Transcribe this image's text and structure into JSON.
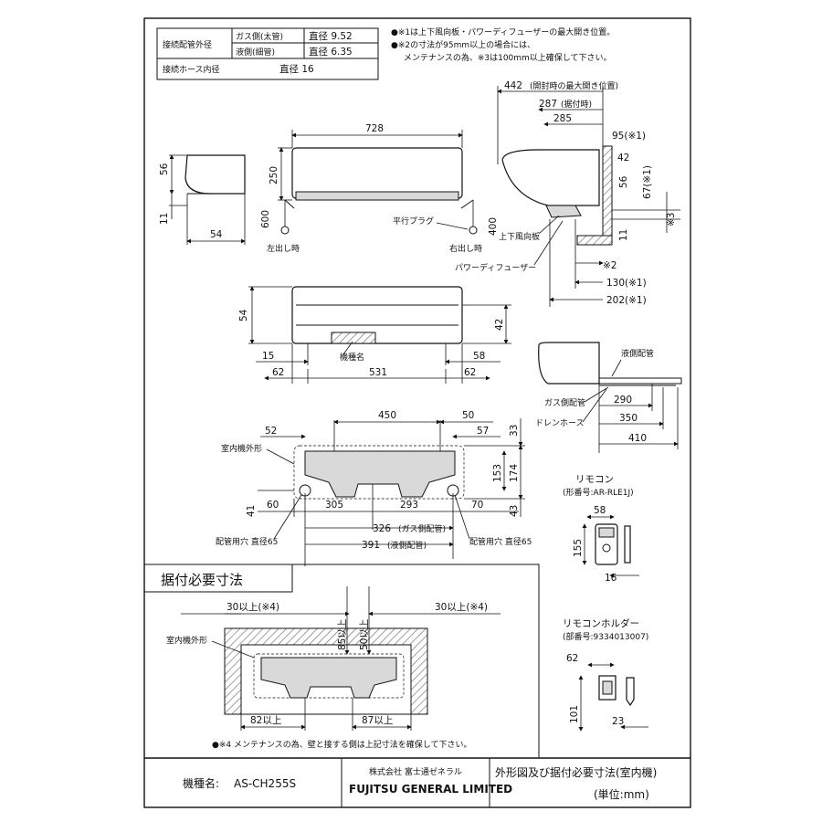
{
  "pipe_table": {
    "row1_label": "接続配管外径",
    "gas_label": "ガス側(太管)",
    "gas_value": "直径 9.52",
    "liquid_label": "液側(細管)",
    "liquid_value": "直径 6.35",
    "row2_label": "接続ホース内径",
    "hose_value": "直径 16"
  },
  "notes": {
    "note1": "●※1は上下風向板・パワーディフューザーの最大開き位置。",
    "note2a": "●※2の寸法が95mm以上の場合には、",
    "note2b": "メンテナンスの為、※3は100mm以上確保して下さい。",
    "note4": "●※4 メンテナンスの為、壁と接する側は上記寸法を確保して下さい。"
  },
  "front_view": {
    "width": "728",
    "height_250": "250",
    "height_600": "600",
    "height_400": "400",
    "parallel_plug": "平行プラグ",
    "left_out": "左出し時",
    "right_out": "右出し時"
  },
  "side_small": {
    "h56": "56",
    "h11": "11",
    "w54": "54"
  },
  "side_view": {
    "d442": "442",
    "d442_note": "(開封時の最大開き位置)",
    "d287": "287",
    "d287_note": "(据付時)",
    "d285": "285",
    "d95": "95(※1)",
    "d42": "42",
    "d67": "67(※1)",
    "d56": "56",
    "d11": "11",
    "mark3": "※3",
    "mark2": "※2",
    "d130": "130(※1)",
    "d202": "202(※1)",
    "louver": "上下風向板",
    "diffuser": "パワーディフューザー"
  },
  "bottom_view": {
    "h54": "54",
    "h42": "42",
    "d15": "15",
    "d58": "58",
    "d62a": "62",
    "d531": "531",
    "d62b": "62",
    "model_label": "機種名"
  },
  "pipe_side": {
    "liquid_pipe": "液側配管",
    "gas_pipe": "ガス側配管",
    "drain": "ドレンホース",
    "d290": "290",
    "d350": "350",
    "d410": "410"
  },
  "plate_view": {
    "d450": "450",
    "d50": "50",
    "d52": "52",
    "d57": "57",
    "d33": "33",
    "d174": "174",
    "d153": "153",
    "d43": "43",
    "d41": "41",
    "d60": "60",
    "d305": "305",
    "d293": "293",
    "d70": "70",
    "d326": "326",
    "d326_note": "(ガス側配管)",
    "d391": "391",
    "d391_note": "(液側配管)",
    "outline_label": "室内機外形",
    "hole_left": "配管用穴 直径65",
    "hole_right": "配管用穴 直径65"
  },
  "remote": {
    "title": "リモコン",
    "model": "(形番号:AR-RLE1J)",
    "w58": "58",
    "h155": "155",
    "d16": "16"
  },
  "holder": {
    "title": "リモコンホルダー",
    "model": "(部番号:9334013007)",
    "w62": "62",
    "h101": "101",
    "d23": "23"
  },
  "install": {
    "title": "据付必要寸法",
    "left_space": "30以上(※4)",
    "right_space": "30以上(※4)",
    "top85": "85以上",
    "top50": "50以上",
    "outline_label": "室内機外形",
    "bottom82": "82以上",
    "bottom87": "87以上"
  },
  "title_block": {
    "model_label": "機種名:",
    "model_value": "AS-CH255S",
    "company_jp": "株式会社 富士通ゼネラル",
    "company_en": "FUJITSU GENERAL LIMITED",
    "drawing_title": "外形図及び据付必要寸法(室内機)",
    "unit": "(単位:mm)"
  }
}
